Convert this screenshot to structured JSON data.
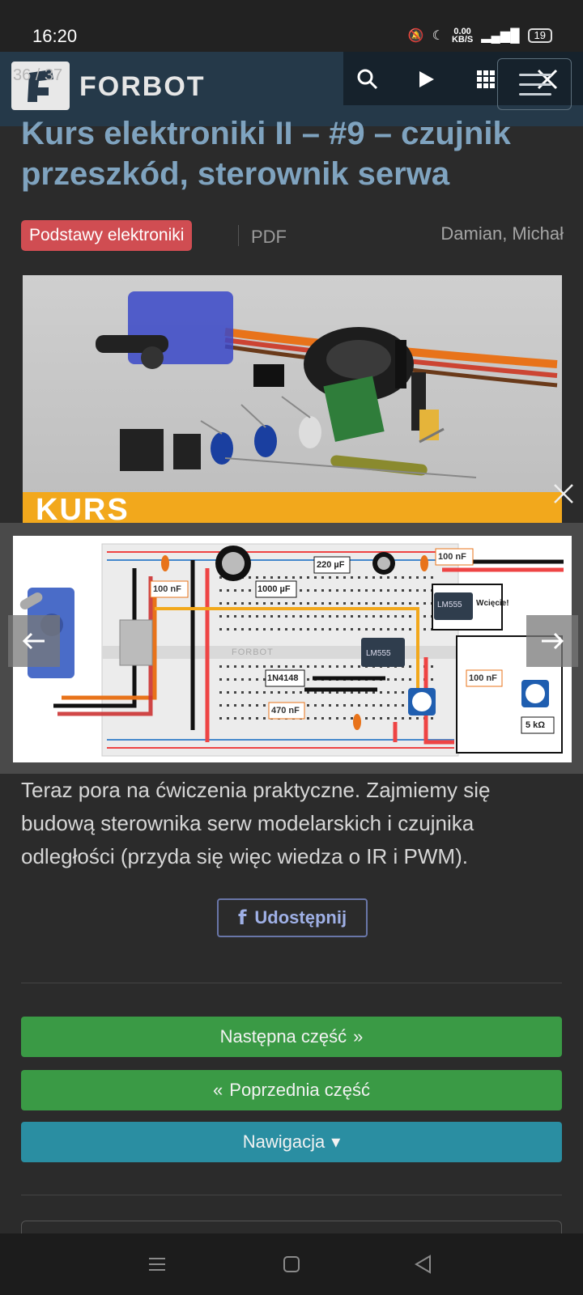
{
  "status_bar": {
    "time": "16:20",
    "net_speed": "0.00",
    "net_unit": "KB/S",
    "battery": "19"
  },
  "header": {
    "counter": "36 / 37",
    "logo": "FORBOT"
  },
  "article": {
    "title": "Kurs elektroniki II – #9 – czujnik przeszkód, sterownik serwa",
    "category": "Podstawy elektroniki",
    "pdf": "PDF",
    "authors": "Damian, Michał",
    "hero_band": "KURS",
    "intro": "Teraz pora na ćwiczenia praktyczne. Zajmiemy się budową sterownika serw modelarskich i czujnika odległości (przyda się więc wiedza o IR i PWM)."
  },
  "schematic": {
    "labels": {
      "c100_1": "100 nF",
      "c1000": "1000 µF",
      "c220": "220 µF",
      "c100_2": "100 nF",
      "chip": "LM555",
      "chip2": "LM555",
      "diode": "1N4148",
      "c470": "470 nF",
      "c100_3": "100 nF",
      "pot": "5 kΩ",
      "notch": "Wcięcie!",
      "watermark": "FORBOT"
    }
  },
  "buttons": {
    "share": "Udostępnij",
    "next": "Następna część",
    "prev": "Poprzednia część",
    "nav": "Nawigacja"
  }
}
